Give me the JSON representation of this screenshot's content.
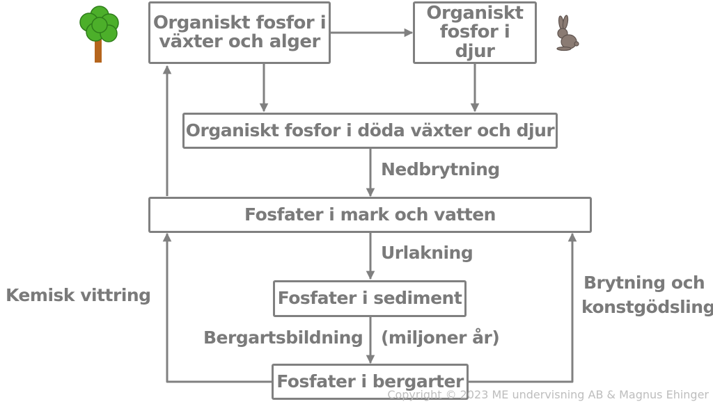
{
  "diagram": {
    "nodes": {
      "organic_plants": "Organiskt fosfor i växter och alger",
      "organic_animals": "Organiskt fosfor i djur",
      "organic_dead": "Organiskt fosfor i döda växter och djur",
      "phosphates_soil_water": "Fosfater i mark och vatten",
      "phosphates_sediment": "Fosfater i sediment",
      "phosphates_rock": "Fosfater i bergarter"
    },
    "edge_labels": {
      "decomposition": "Nedbrytning",
      "leaching": "Urlakning",
      "rock_formation": "Bergartsbildning",
      "rock_formation_time": "(miljoner år)",
      "chemical_weathering": "Kemisk vittring",
      "mining_fertilizing_1": "Brytning och",
      "mining_fertilizing_2": "konstgödsling"
    },
    "icons": {
      "tree": "tree-icon",
      "rabbit": "rabbit-icon"
    },
    "colors": {
      "line": "#808080",
      "text": "#7a7a7a",
      "tree_leaves": "#4caf2a",
      "tree_trunk": "#b5651d",
      "rabbit": "#8a7b73"
    }
  },
  "footer": {
    "copyright": "Copyright © 2023 ME undervisning AB & Magnus Ehinger"
  }
}
